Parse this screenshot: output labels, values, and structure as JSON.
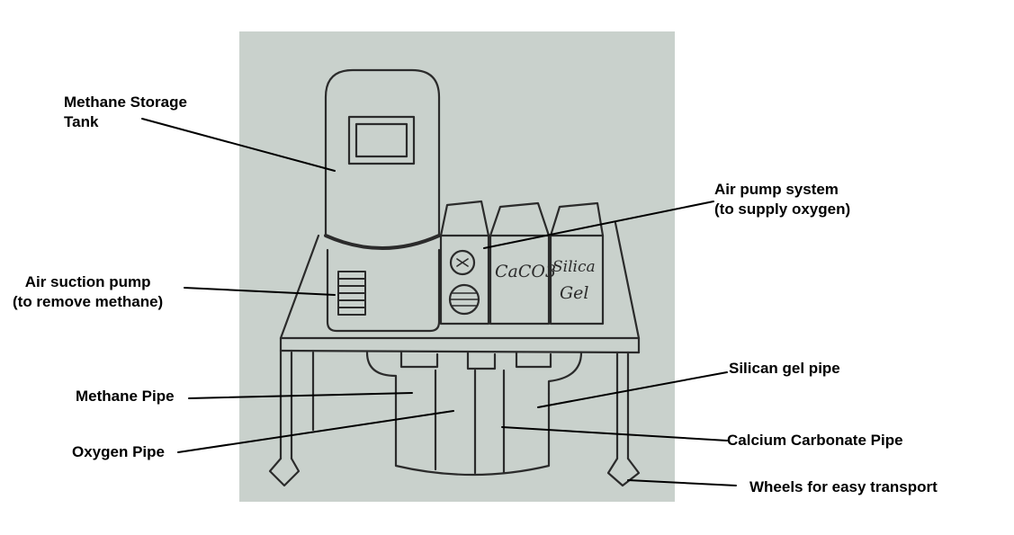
{
  "colors": {
    "paper": "#c9d1cc",
    "ink": "#2b2b2b",
    "leader": "#000000",
    "text": "#000000"
  },
  "container_labels": {
    "calcium": "CaCO3",
    "silica_line1": "Silica",
    "silica_line2": "Gel"
  },
  "labels": {
    "methane_tank": {
      "line1": "Methane Storage",
      "line2": "Tank"
    },
    "air_suction": {
      "line1": "Air suction pump",
      "line2": "(to remove methane)"
    },
    "methane_pipe": {
      "line1": "Methane Pipe"
    },
    "oxygen_pipe": {
      "line1": "Oxygen Pipe"
    },
    "air_pump": {
      "line1": "Air pump system",
      "line2": "(to supply oxygen)"
    },
    "silica_pipe": {
      "line1": "Silican gel pipe"
    },
    "calcium_pipe": {
      "line1": "Calcium Carbonate Pipe"
    },
    "wheels": {
      "line1": "Wheels for easy transport"
    }
  }
}
